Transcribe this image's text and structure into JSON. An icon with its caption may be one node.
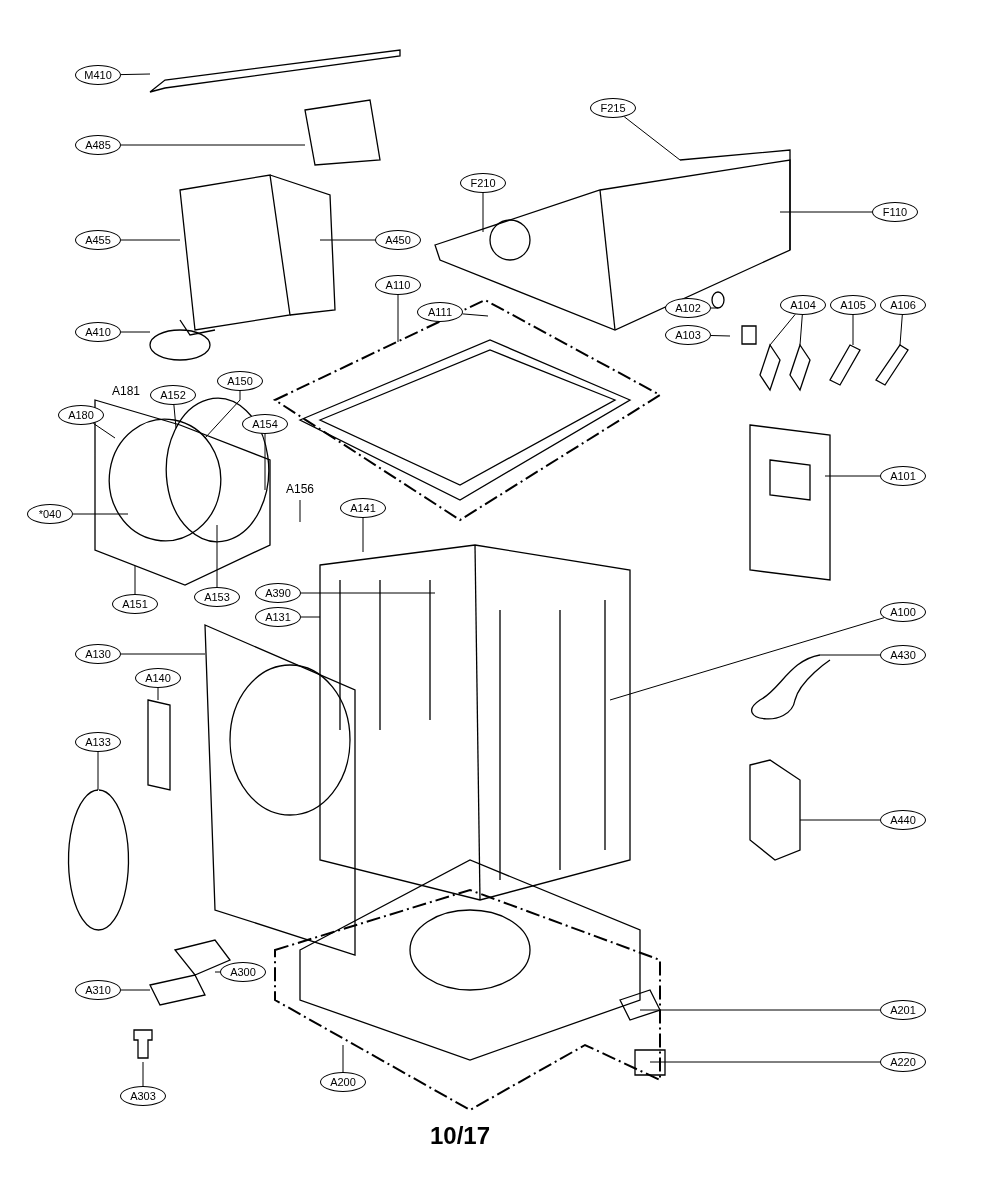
{
  "diagram": {
    "caption": "10/17",
    "nodes": [
      {
        "text": [
          "M410"
        ]
      },
      {
        "text": [
          "A485"
        ]
      },
      {
        "text": [
          "F215"
        ]
      },
      {
        "text": [
          "F210"
        ]
      },
      {
        "text": [
          "F110"
        ]
      },
      {
        "text": [
          "A455"
        ]
      },
      {
        "text": [
          "A450"
        ]
      },
      {
        "text": [
          "A110"
        ]
      },
      {
        "text": [
          "A111"
        ]
      },
      {
        "text": [
          "A410"
        ]
      },
      {
        "text": [
          "A102"
        ]
      },
      {
        "text": [
          "A104"
        ]
      },
      {
        "text": [
          "A105"
        ]
      },
      {
        "text": [
          "A106"
        ]
      },
      {
        "text": [
          "A103"
        ]
      },
      {
        "text": [
          "A150"
        ]
      },
      {
        "text": [
          "A152"
        ]
      },
      {
        "text": [
          "A180"
        ]
      },
      {
        "text": [
          "A154"
        ]
      },
      {
        "text": [
          "A101"
        ]
      },
      {
        "text": [
          "A156"
        ]
      },
      {
        "text": [
          "A141"
        ]
      },
      {
        "text": [
          "*040"
        ]
      },
      {
        "text": [
          "A390"
        ]
      },
      {
        "text": [
          "A153"
        ]
      },
      {
        "text": [
          "A151"
        ]
      },
      {
        "text": [
          "A131"
        ]
      },
      {
        "text": [
          "A100"
        ]
      },
      {
        "text": [
          "A130"
        ]
      },
      {
        "text": [
          "A430"
        ]
      },
      {
        "text": [
          "A140"
        ]
      },
      {
        "text": [
          "A133"
        ]
      },
      {
        "text": [
          "A440"
        ]
      },
      {
        "text": [
          "A300"
        ]
      },
      {
        "text": [
          "A201"
        ]
      },
      {
        "text": [
          "A310"
        ]
      },
      {
        "text": [
          "A220"
        ]
      },
      {
        "text": [
          "A200"
        ]
      },
      {
        "text": [
          "A303"
        ]
      }
    ],
    "edges": [
      {
        "from": 0,
        "to": null,
        "arrow": "none"
      },
      {
        "from": 1,
        "to": null,
        "arrow": "none"
      },
      {
        "from": 2,
        "to": null,
        "arrow": "none"
      },
      {
        "from": 3,
        "to": null,
        "arrow": "none"
      },
      {
        "from": 4,
        "to": null,
        "arrow": "none"
      },
      {
        "from": 5,
        "to": null,
        "arrow": "none"
      },
      {
        "from": 6,
        "to": null,
        "arrow": "none"
      },
      {
        "from": 7,
        "to": null,
        "arrow": "none"
      },
      {
        "from": 8,
        "to": null,
        "arrow": "none"
      },
      {
        "from": 9,
        "to": null,
        "arrow": "none"
      },
      {
        "from": 10,
        "to": null,
        "arrow": "none"
      },
      {
        "from": 11,
        "to": null,
        "arrow": "none"
      },
      {
        "from": 11,
        "to": null,
        "arrow": "none"
      },
      {
        "from": 12,
        "to": null,
        "arrow": "none"
      },
      {
        "from": 13,
        "to": null,
        "arrow": "none"
      },
      {
        "from": 14,
        "to": null,
        "arrow": "none"
      },
      {
        "from": 15,
        "to": null,
        "arrow": "none"
      },
      {
        "from": 16,
        "to": null,
        "arrow": "none"
      },
      {
        "from": 17,
        "to": null,
        "arrow": "none"
      },
      {
        "from": 18,
        "to": null,
        "arrow": "none"
      },
      {
        "from": 19,
        "to": null,
        "arrow": "none"
      },
      {
        "from": 20,
        "to": null,
        "arrow": "none"
      },
      {
        "from": 21,
        "to": null,
        "arrow": "none"
      },
      {
        "from": 22,
        "to": null,
        "arrow": "none"
      },
      {
        "from": 23,
        "to": null,
        "arrow": "none"
      },
      {
        "from": 24,
        "to": null,
        "arrow": "none"
      },
      {
        "from": 25,
        "to": null,
        "arrow": "none"
      },
      {
        "from": 26,
        "to": null,
        "arrow": "none"
      },
      {
        "from": 27,
        "to": null,
        "arrow": "none"
      },
      {
        "from": 28,
        "to": null,
        "arrow": "none"
      },
      {
        "from": 29,
        "to": null,
        "arrow": "none"
      },
      {
        "from": 30,
        "to": null,
        "arrow": "none"
      },
      {
        "from": 31,
        "to": null,
        "arrow": "none"
      },
      {
        "from": 32,
        "to": null,
        "arrow": "none"
      },
      {
        "from": 33,
        "to": null,
        "arrow": "none"
      },
      {
        "from": 34,
        "to": null,
        "arrow": "none"
      },
      {
        "from": 35,
        "to": null,
        "arrow": "none"
      },
      {
        "from": 36,
        "to": null,
        "arrow": "none"
      },
      {
        "from": 37,
        "to": null,
        "arrow": "none"
      },
      {
        "from": 38,
        "to": null,
        "arrow": "none"
      }
    ],
    "labels": [
      "A181"
    ]
  }
}
